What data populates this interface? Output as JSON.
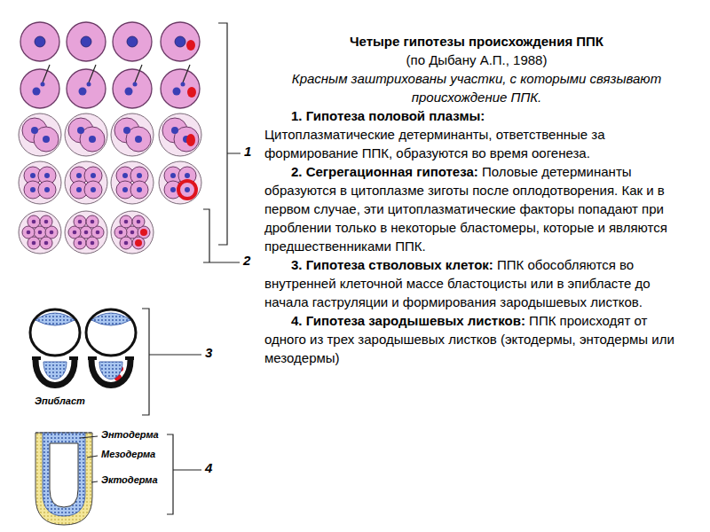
{
  "diagram": {
    "title": "Четыре гипотезы происхождения ППК",
    "labels": [
      "(по Дыбану А.П., 1988)",
      "Красным заштрихованы участки, с которыми связывают происхождение ППК.",
      "1. Гипотеза половой плазмы:",
      "Цитоплазматические детерминанты, ответственные за формирование ППК, образуются во время оогенеза.",
      "2. Сегрегационная гипотеза:",
      "Половые детерминанты образуются в цитоплазме зиготы после оплодотворения.  Как и в первом случае, эти цитоплазматические факторы попадают при дроблении только в некоторые бластомеры, которые и являются предшественниками ППК.",
      "3. Гипотеза стволовых клеток:",
      "ППК обособляются во внутренней клеточной массе бластоцисты или в эпибласте до начала гаструляции и формирования зародышевых листков.",
      "4. Гипотеза зародышевых листков:",
      "ППК происходят от одного из трех зародышевых листков (эктодермы, энтодермы или мезодермы)",
      "1",
      "2",
      "3",
      "4",
      "Эпибласт",
      "Энтодерма",
      "Мезодерма",
      "Эктодерма"
    ]
  }
}
